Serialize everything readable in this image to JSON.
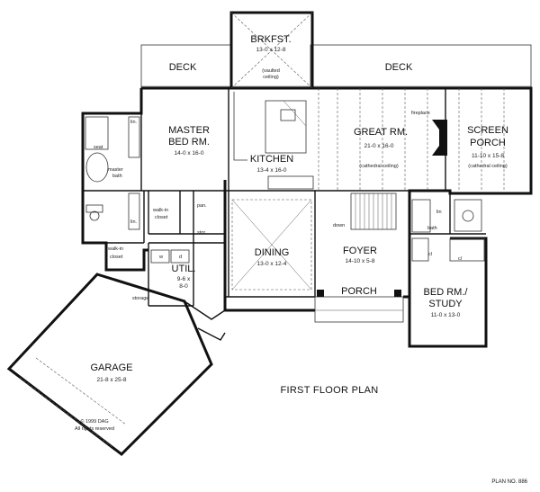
{
  "rooms": {
    "brkfst": {
      "name": "BRKFST.",
      "dims": "13-0 x 12-8",
      "note1": "(vaulted",
      "note2": "ceiling)"
    },
    "deck_left": {
      "name": "DECK"
    },
    "deck_right": {
      "name": "DECK"
    },
    "master": {
      "name1": "MASTER",
      "name2": "BED RM.",
      "dims": "14-0 x 16-0"
    },
    "kitchen": {
      "name": "KITCHEN",
      "dims": "13-4 x 16-0"
    },
    "great": {
      "name": "GREAT RM.",
      "dims": "21-0 x 16-0",
      "note": "(cathedral ceiling)"
    },
    "screen_porch": {
      "name1": "SCREEN",
      "name2": "PORCH",
      "dims": "11-10 x 15-8",
      "note": "(cathedral ceiling)"
    },
    "dining": {
      "name": "DINING",
      "dims": "13-0 x 12-4"
    },
    "foyer": {
      "name": "FOYER",
      "dims": "14-10 x 5-8"
    },
    "porch": {
      "name": "PORCH"
    },
    "bedroom_study": {
      "name1": "BED RM./",
      "name2": "STUDY",
      "dims": "11-0 x 13-0"
    },
    "util": {
      "name": "UTIL.",
      "dims1": "9-6 x",
      "dims2": "8-0"
    },
    "garage": {
      "name": "GARAGE",
      "dims": "21-8 x 25-8"
    }
  },
  "labels": {
    "master_bath": "master",
    "master_bath2": "bath",
    "seat": "seat",
    "lin1": "lin.",
    "lin2": "lin.",
    "walkin1": "walk-in",
    "closet1": "closet",
    "walkin2": "walk-in",
    "closet2": "closet",
    "pan": "pan.",
    "stor": "stor.",
    "fireplace": "fireplace",
    "down": "down",
    "bath": "bath",
    "lin3": "lin",
    "cl1": "cl",
    "cl2": "cl",
    "w": "w",
    "d": "d",
    "storage": "storage"
  },
  "copyright": {
    "line1": "© 1999 DAG",
    "line2": "All rights reserved"
  },
  "title": "FIRST FLOOR PLAN",
  "plan_no": "PLAN NO. 886"
}
